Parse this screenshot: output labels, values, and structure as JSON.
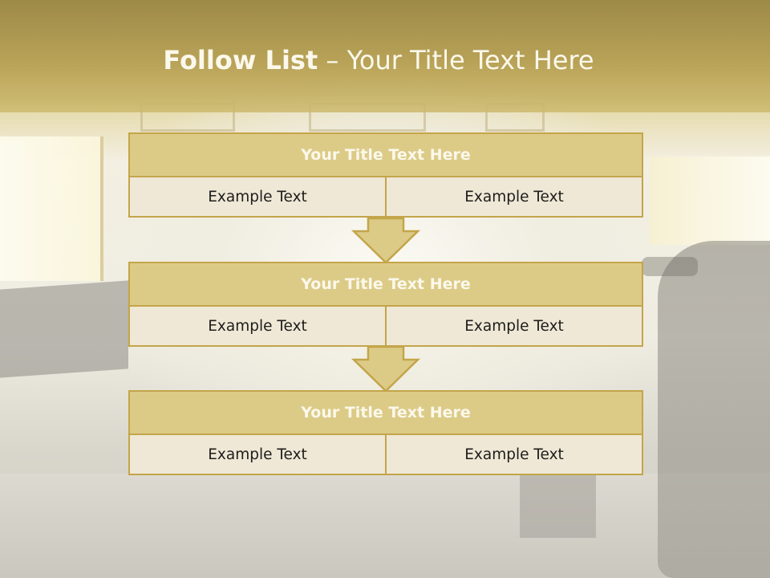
{
  "slide": {
    "title_bold": "Follow List",
    "title_rest": " – Your Title Text Here",
    "blocks": [
      {
        "title": "Your Title Text Here",
        "left": "Example Text",
        "right": "Example Text"
      },
      {
        "title": "Your Title Text Here",
        "left": "Example Text",
        "right": "Example Text"
      },
      {
        "title": "Your Title Text Here",
        "left": "Example Text",
        "right": "Example Text"
      }
    ]
  },
  "colors": {
    "header": "#b8a257",
    "block_title_fill": "#dccb87",
    "block_border": "#c3a54a",
    "cell_fill": "#efe8d6",
    "arrow_fill": "#dccb87"
  }
}
